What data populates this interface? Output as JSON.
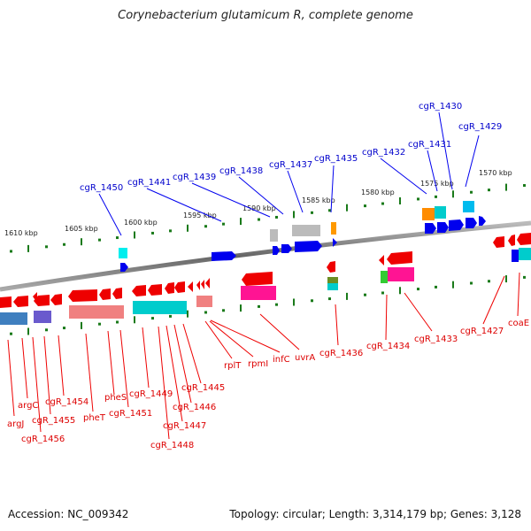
{
  "title": "Corynebacterium glutamicum R, complete genome",
  "footer": {
    "accession": "Accession: NC_009342",
    "topology": "Topology: circular; Length: 3,314,179 bp; Genes: 3,128"
  },
  "colors": {
    "forward": "#0000ee",
    "reverse": "#ee0000",
    "tick": "#1a7a1a",
    "backbone": "#888888"
  },
  "kbp_labels": [
    "1610 kbp",
    "1605 kbp",
    "1600 kbp",
    "1595 kbp",
    "1590 kbp",
    "1585 kbp",
    "1580 kbp",
    "1575 kbp",
    "1570 kbp"
  ],
  "forward_genes": [
    "cgR_1450",
    "cgR_1441",
    "cgR_1439",
    "cgR_1438",
    "cgR_1437",
    "cgR_1435",
    "cgR_1432",
    "cgR_1431",
    "cgR_1430",
    "cgR_1429"
  ],
  "reverse_genes": [
    "argJ",
    "argC",
    "cgR_1456",
    "cgR_1455",
    "cgR_1454",
    "pheT",
    "pheS",
    "cgR_1451",
    "cgR_1449",
    "cgR_1448",
    "cgR_1447",
    "cgR_1446",
    "cgR_1445",
    "rplT",
    "rpmI",
    "infC",
    "uvrA",
    "cgR_1436",
    "cgR_1434",
    "cgR_1433",
    "cgR_1427",
    "coaE"
  ]
}
